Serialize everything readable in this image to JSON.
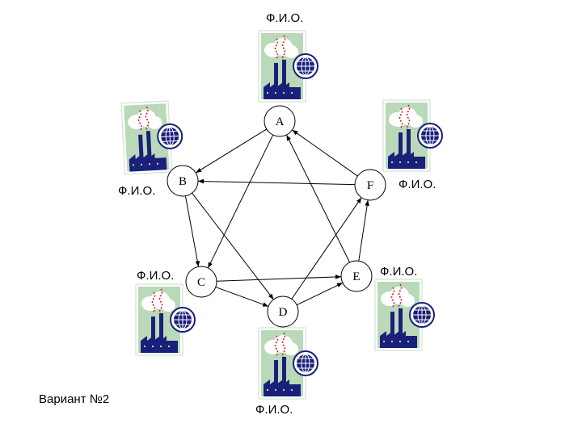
{
  "nodes": [
    {
      "id": "A",
      "label": "A"
    },
    {
      "id": "B",
      "label": "B"
    },
    {
      "id": "C",
      "label": "C"
    },
    {
      "id": "D",
      "label": "D"
    },
    {
      "id": "E",
      "label": "E"
    },
    {
      "id": "F",
      "label": "F"
    }
  ],
  "edges": [
    {
      "from": "A",
      "to": "B"
    },
    {
      "from": "A",
      "to": "C"
    },
    {
      "from": "B",
      "to": "C"
    },
    {
      "from": "B",
      "to": "D"
    },
    {
      "from": "C",
      "to": "D"
    },
    {
      "from": "C",
      "to": "E"
    },
    {
      "from": "D",
      "to": "E"
    },
    {
      "from": "D",
      "to": "F"
    },
    {
      "from": "E",
      "to": "A"
    },
    {
      "from": "E",
      "to": "F"
    },
    {
      "from": "F",
      "to": "A"
    },
    {
      "from": "F",
      "to": "B"
    }
  ],
  "name_labels": {
    "A": "Ф.И.О.",
    "B": "Ф.И.О.",
    "C": "Ф.И.О.",
    "D": "Ф.И.О.",
    "E": "Ф.И.О.",
    "F": "Ф.И.О."
  },
  "icons": {
    "factory": "factory-globe-icon"
  },
  "colors": {
    "factory": "#1a1f7a",
    "panel": "#b9d9b9",
    "smoke": "#d0202a"
  },
  "caption": "Вариант №2"
}
